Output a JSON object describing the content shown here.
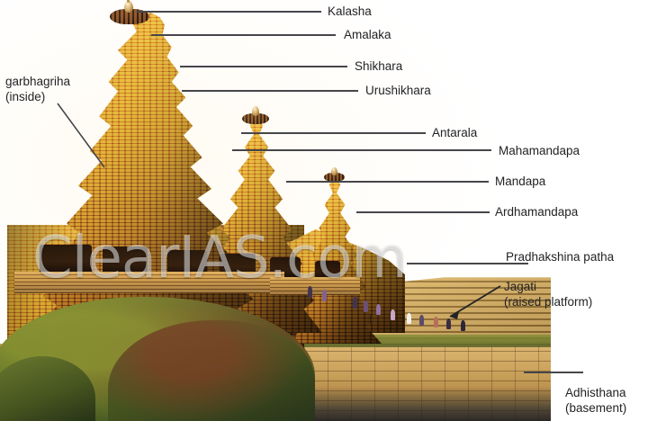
{
  "image": {
    "subject": "Khajuraho style Nagara temple, annotated architecture diagram",
    "watermark": "ClearIAS.com",
    "background_color": "#ffffff",
    "leader_line_color": "#46464a",
    "label_text_color": "#232326",
    "stone_color": "#c98b32",
    "platform_color": "#caa055",
    "basement_color": "#c9a05a",
    "vegetation_color": "#54612a"
  },
  "annotations": [
    {
      "id": "kalasha",
      "label": "Kalasha"
    },
    {
      "id": "amalaka",
      "label": "Amalaka"
    },
    {
      "id": "shikhara",
      "label": "Shikhara"
    },
    {
      "id": "urushikhara",
      "label": "Urushikhara"
    },
    {
      "id": "antarala",
      "label": "Antarala"
    },
    {
      "id": "mahamandapa",
      "label": "Mahamandapa"
    },
    {
      "id": "mandapa",
      "label": "Mandapa"
    },
    {
      "id": "ardhamandapa",
      "label": "Ardhamandapa"
    },
    {
      "id": "pradhakshina-patha",
      "label": "Pradhakshina patha"
    },
    {
      "id": "garbhagriha",
      "label_line1": "garbhagriha",
      "label_line2": "(inside)"
    },
    {
      "id": "jagati",
      "label_line1": "Jagati",
      "label_line2": "(raised platform)"
    },
    {
      "id": "adhisthana",
      "label_line1": "Adhisthana",
      "label_line2": "(basement)"
    }
  ]
}
